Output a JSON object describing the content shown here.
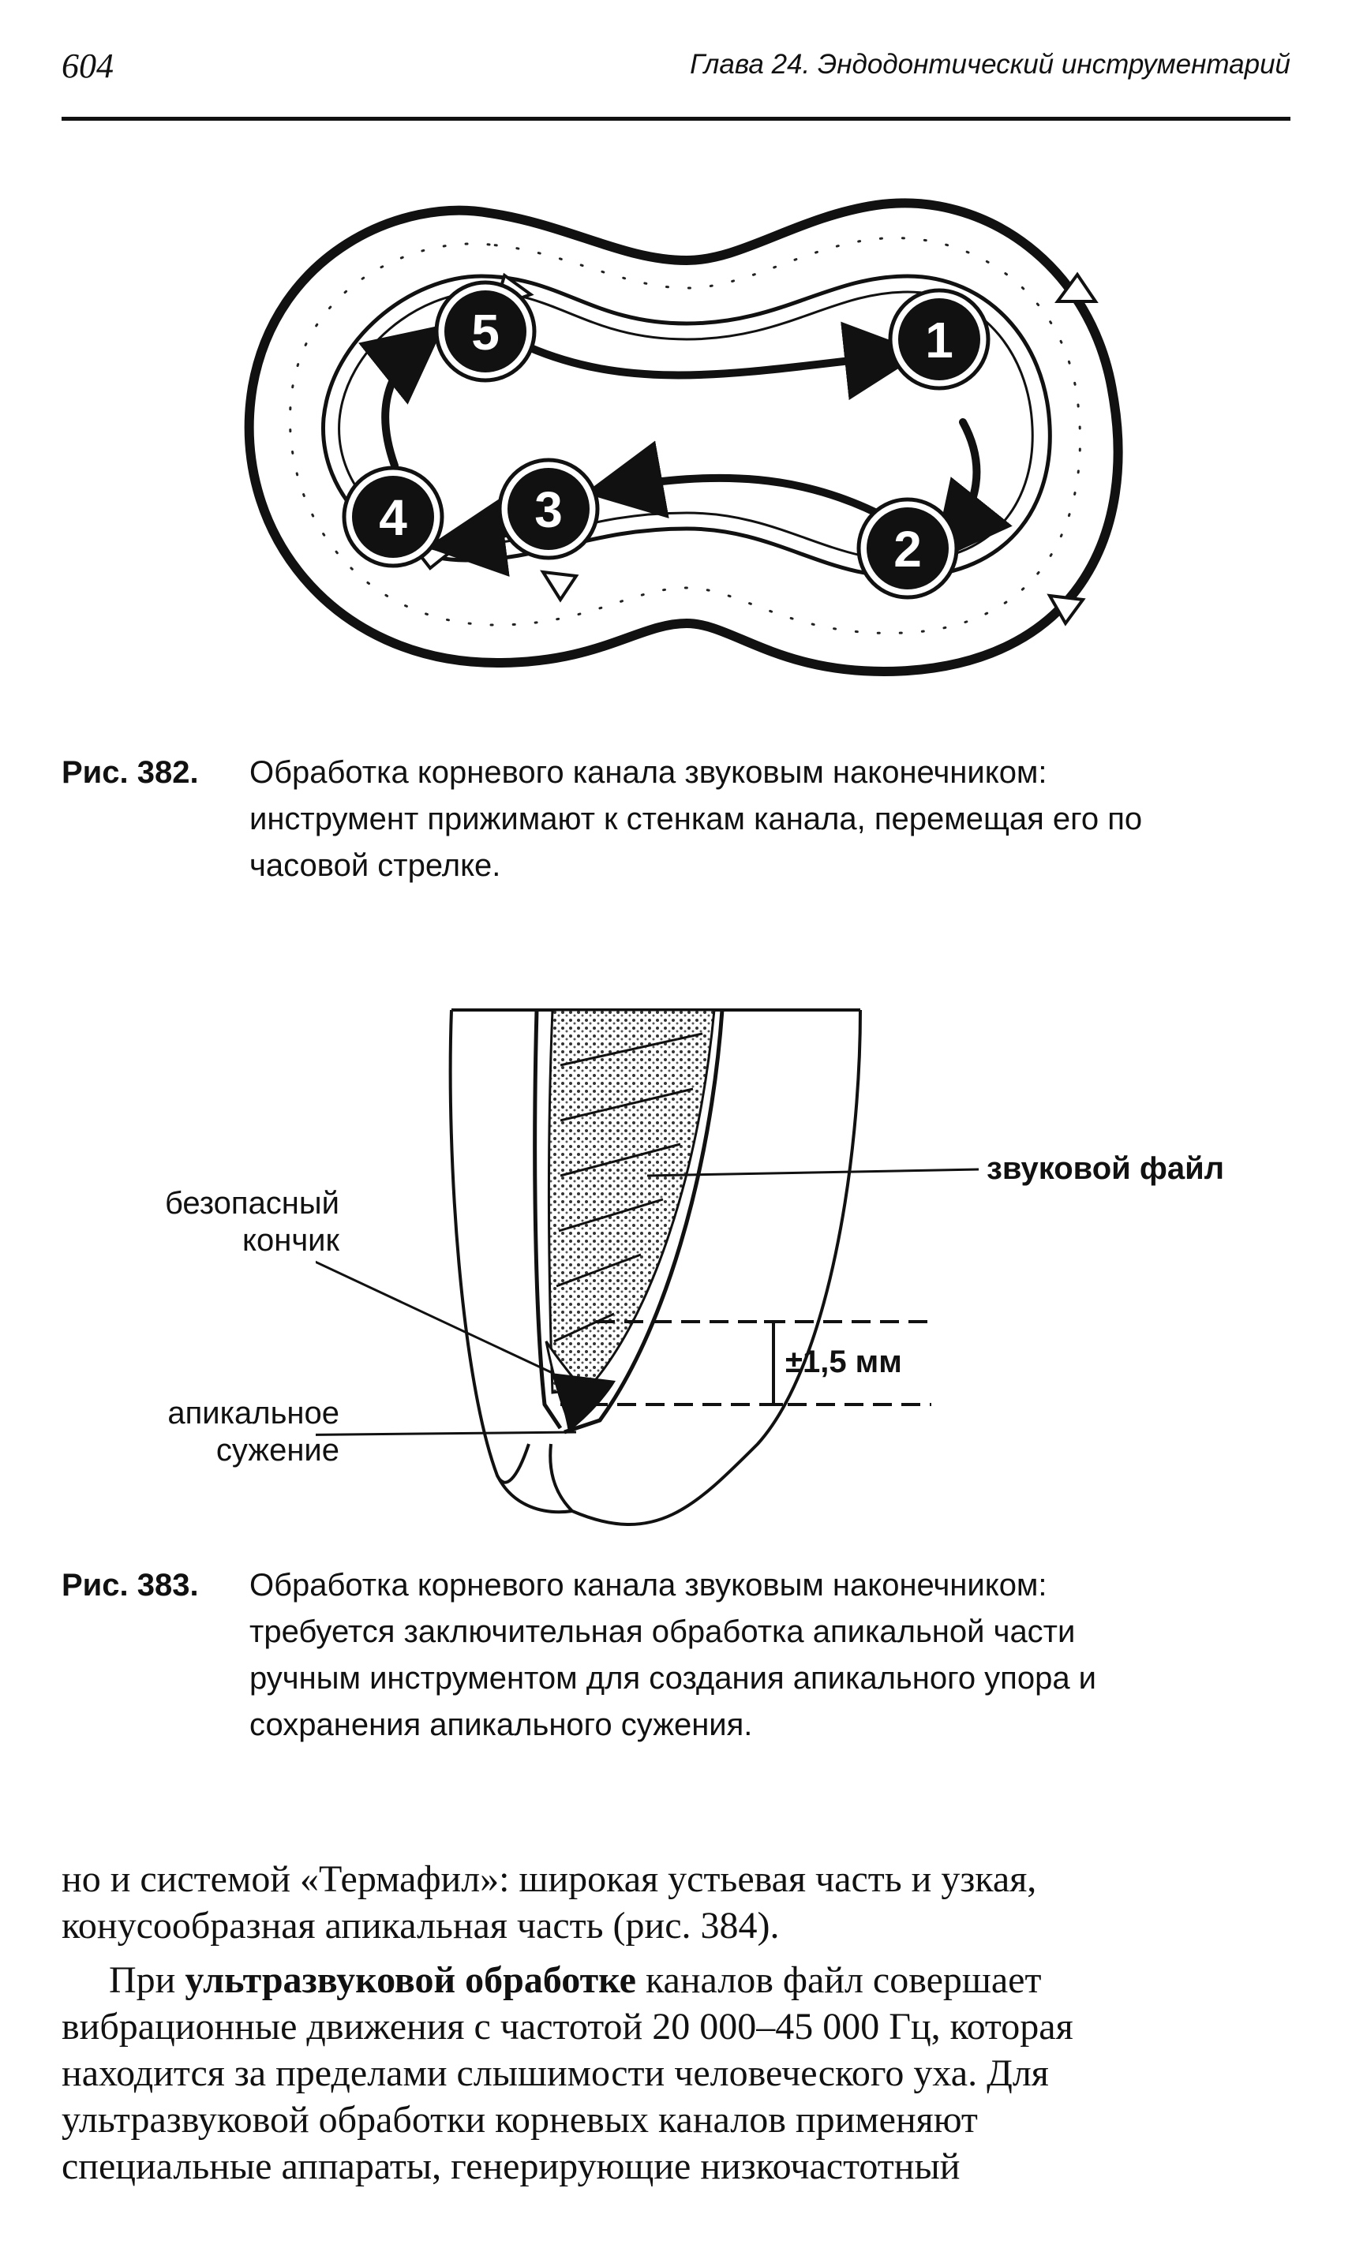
{
  "header": {
    "page_number": "604",
    "chapter_title": "Глава 24. Эндодонтический инструментарий"
  },
  "figure382": {
    "steps": [
      "1",
      "2",
      "3",
      "4",
      "5"
    ],
    "caption_label": "Рис. 382.",
    "caption_lines": [
      "Обработка корневого канала звуковым наконечником:",
      "инструмент прижимают к стенкам канала, перемещая его по",
      "часовой стрелке."
    ]
  },
  "figure383": {
    "labels": {
      "safe_tip_line1": "безопасный",
      "safe_tip_line2": "кончик",
      "apical_line1": "апикальное",
      "apical_line2": "сужение",
      "sonic_file": "звуковой файл",
      "measure": "±1,5 мм"
    },
    "caption_label": "Рис. 383.",
    "caption_lines": [
      "Обработка корневого канала звуковым наконечником:",
      "требуется заключительная обработка апикальной части",
      "ручным инструментом для создания апикального упора и",
      "сохранения апикального сужения."
    ]
  },
  "body": {
    "p1_lines": [
      "но и системой «Термафил»: широкая устьевая часть и узкая,",
      "конусообразная апикальная часть (рис. 384)."
    ],
    "p2_line1_prefix": "При ",
    "p2_line1_bold": "ультразвуковой обработке",
    "p2_line1_suffix": " каналов файл совершает",
    "p2_lines": [
      "вибрационные движения с частотой 20 000–45 000 Гц, которая",
      "находится за пределами слышимости человеческого уха. Для",
      "ультразвуковой обработки корневых каналов применяют",
      "специальные аппараты, генерирующие низкочастотный"
    ]
  }
}
